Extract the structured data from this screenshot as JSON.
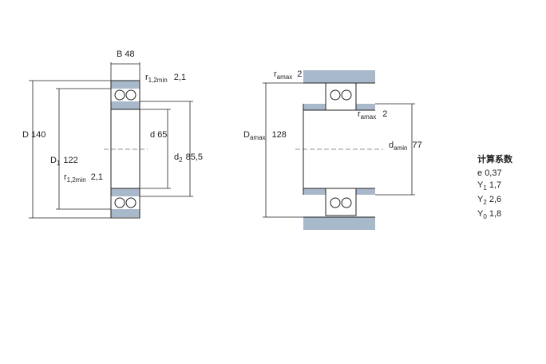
{
  "left_view": {
    "width": {
      "sym": "B",
      "val": "48"
    },
    "outer_diameter": {
      "sym": "D",
      "val": "140"
    },
    "d1": {
      "sym": "D",
      "sub": "1",
      "val": "122"
    },
    "bore": {
      "sym": "d",
      "val": "65"
    },
    "d2": {
      "sym": "d",
      "sub": "2",
      "val": "85,5"
    },
    "chamfer_top": {
      "sym": "r",
      "sub": "1,2min",
      "val": "2,1"
    },
    "chamfer_mid": {
      "sym": "r",
      "sub": "1,2min",
      "val": "2,1"
    }
  },
  "right_view": {
    "ra_top": {
      "sym": "r",
      "sub": "amax",
      "val": "2"
    },
    "ra_inner": {
      "sym": "r",
      "sub": "amax",
      "val": "2"
    },
    "Da": {
      "sym": "D",
      "sub": "amax",
      "val": "128"
    },
    "da": {
      "sym": "d",
      "sub": "amin",
      "val": "77"
    }
  },
  "calc": {
    "title": "计算系数",
    "rows": [
      {
        "sym": "e",
        "sub": "",
        "val": "0,37"
      },
      {
        "sym": "Y",
        "sub": "1",
        "val": "1,7"
      },
      {
        "sym": "Y",
        "sub": "2",
        "val": "2,6"
      },
      {
        "sym": "Y",
        "sub": "0",
        "val": "1,8"
      }
    ]
  },
  "colors": {
    "blue": "#a9b9cc",
    "line": "#222222"
  }
}
